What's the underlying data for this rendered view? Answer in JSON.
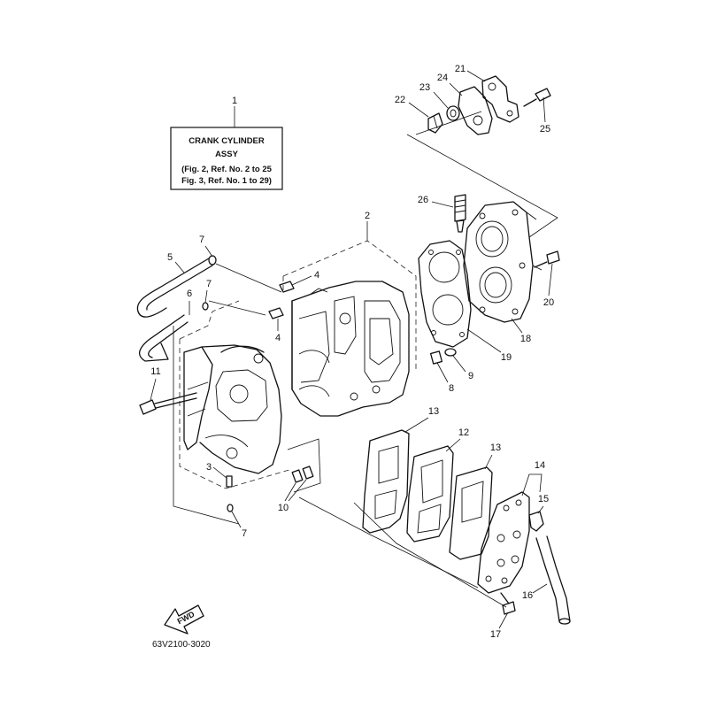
{
  "title_box": {
    "line1": "CRANK CYLINDER",
    "line2": "ASSY",
    "line3": "(Fig. 2, Ref. No. 2 to 25",
    "line4": "Fig. 3, Ref. No. 1 to 29)"
  },
  "drawing_code": "63V2100-3020",
  "fwd_label": "FWD",
  "callouts": {
    "c1": "1",
    "c2": "2",
    "c3": "3",
    "c4a": "4",
    "c4b": "4",
    "c5": "5",
    "c6": "6",
    "c7a": "7",
    "c7b": "7",
    "c7c": "7",
    "c8": "8",
    "c9": "9",
    "c10": "10",
    "c11": "11",
    "c12": "12",
    "c13a": "13",
    "c13b": "13",
    "c14": "14",
    "c15": "15",
    "c16": "16",
    "c17": "17",
    "c18": "18",
    "c19": "19",
    "c20": "20",
    "c21": "21",
    "c22": "22",
    "c23": "23",
    "c24": "24",
    "c25": "25",
    "c26": "26"
  }
}
